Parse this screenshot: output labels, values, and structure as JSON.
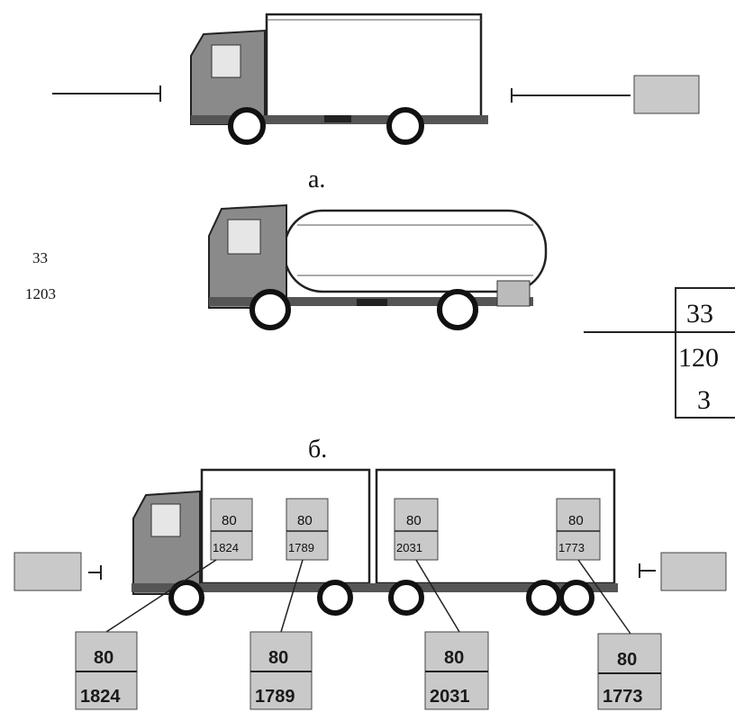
{
  "captions": {
    "a": "а.",
    "b": "б."
  },
  "plate_side": {
    "top": "33",
    "bottom": "1203"
  },
  "plate_big": {
    "top": "33",
    "middle": "120",
    "bottom": "3"
  },
  "truck_plates": [
    {
      "top": "80",
      "bottom": "1824"
    },
    {
      "top": "80",
      "bottom": "1789"
    },
    {
      "top": "80",
      "bottom": "2031"
    },
    {
      "top": "80",
      "bottom": "1773"
    }
  ],
  "colors": {
    "plate_fill": "#c9c9c9",
    "line": "#222222",
    "body": "#8a8a8a"
  }
}
